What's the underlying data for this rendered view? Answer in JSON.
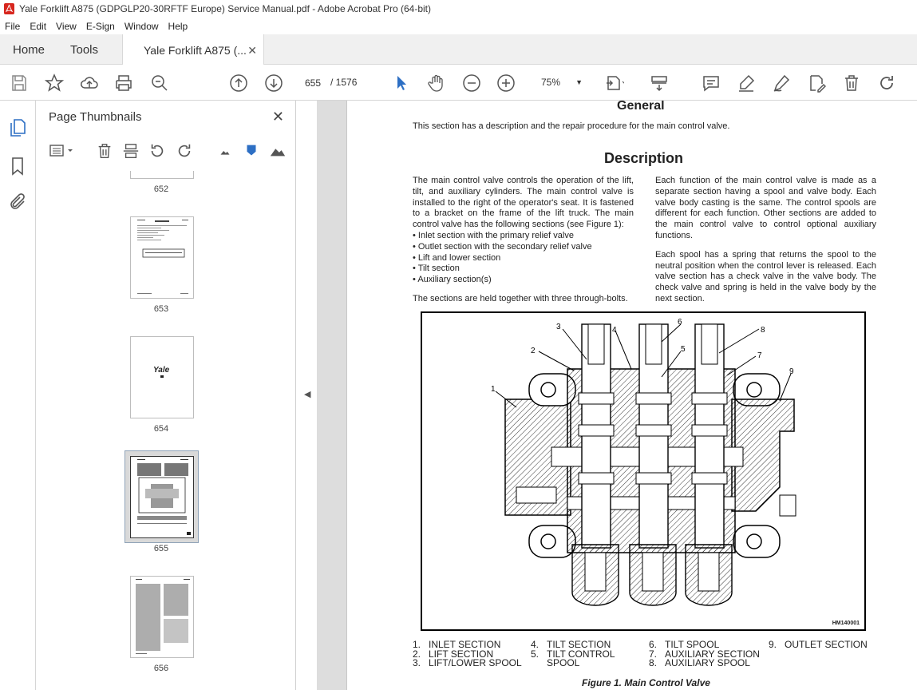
{
  "window": {
    "title": "Yale Forklift A875 (GDPGLP20-30RFTF Europe) Service Manual.pdf - Adobe Acrobat Pro (64-bit)"
  },
  "menu": [
    "File",
    "Edit",
    "View",
    "E-Sign",
    "Window",
    "Help"
  ],
  "tabs": {
    "home": "Home",
    "tools": "Tools",
    "doc": "Yale Forklift A875 (..."
  },
  "toolbar": {
    "current_page": "655",
    "total_pages": "/ 1576",
    "zoom": "75%"
  },
  "panel": {
    "title": "Page Thumbnails",
    "thumbnails": [
      {
        "label": "652"
      },
      {
        "label": "653"
      },
      {
        "label": "654"
      },
      {
        "label": "655"
      },
      {
        "label": "656"
      }
    ],
    "thumb654_logo": "Yale"
  },
  "document": {
    "heading_general": "General",
    "intro": "This section has a description and the repair procedure for the main control valve.",
    "heading_description": "Description",
    "col1_para": "The main control valve controls the operation of the lift, tilt, and auxiliary cylinders. The main control valve is installed to the right of the operator's seat. It is fastened to a bracket on the frame of the lift truck. The main control valve has the following sections (see Figure 1):",
    "col1_bullets": [
      "Inlet section with the primary relief valve",
      "Outlet section with the secondary relief valve",
      "Lift and lower section",
      "Tilt section",
      "Auxiliary section(s)"
    ],
    "col1_tail": "The sections are held together with three through-bolts.",
    "col2_para1": "Each function of the main control valve is made as a separate section having a spool and valve body. Each valve body casting is the same. The control spools are different for each function. Other sections are added to the main control valve to control optional auxiliary functions.",
    "col2_para2": "Each spool has a spring that returns the spool to the neutral position when the control lever is released. Each valve section has a check valve in the valve body. The check valve and spring is held in the valve body by the next section.",
    "figure_id": "HM140001",
    "callouts": [
      "1",
      "2",
      "3",
      "4",
      "5",
      "6",
      "7",
      "8",
      "9"
    ],
    "legend": {
      "col1": [
        "1.",
        "INLET SECTION",
        "2.",
        "LIFT SECTION",
        "3.",
        "LIFT/LOWER SPOOL"
      ],
      "col2": [
        "4.",
        "TILT SECTION",
        "5.",
        "TILT CONTROL",
        "",
        "SPOOL"
      ],
      "col3": [
        "6.",
        "TILT SPOOL",
        "7.",
        "AUXILIARY SECTION",
        "8.",
        "AUXILIARY SPOOL"
      ],
      "col4": [
        "9.",
        "OUTLET SECTION"
      ]
    },
    "caption": "Figure 1. Main Control Valve"
  }
}
